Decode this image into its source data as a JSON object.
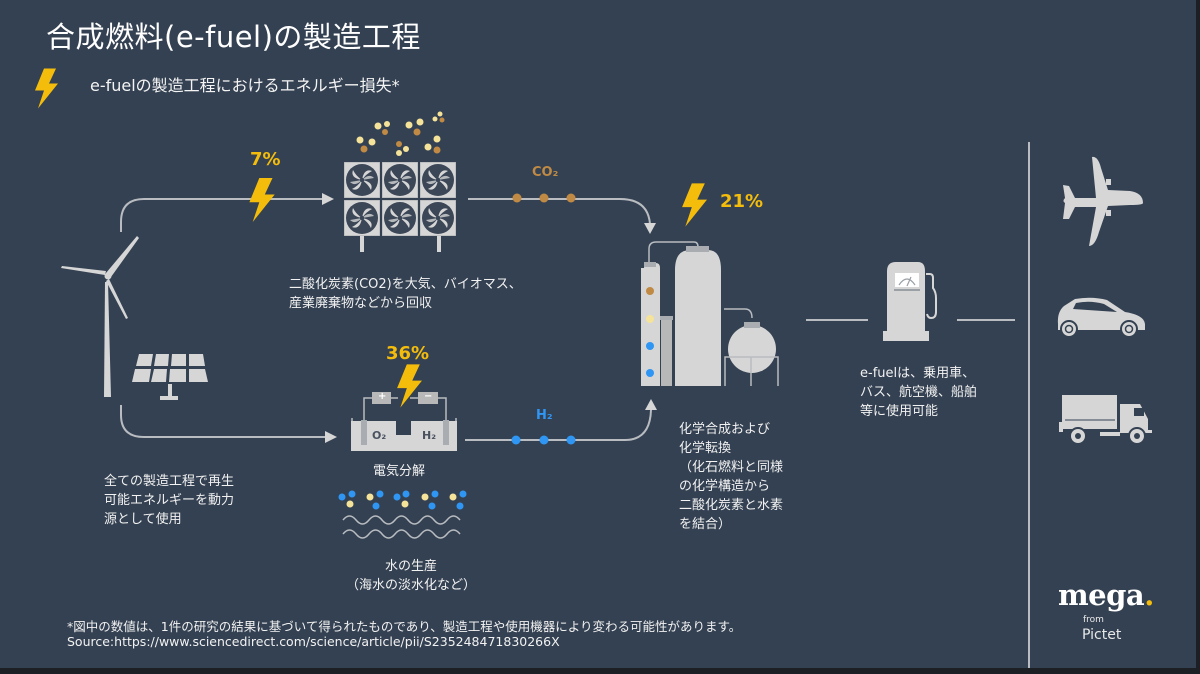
{
  "title": "合成燃料(e-fuel)の製造工程",
  "legend": {
    "icon": "lightning-bolt-icon",
    "text": "e-fuelの製造工程におけるエネルギー損失*"
  },
  "energy_losses": {
    "co2_capture": "7%",
    "electrolysis": "36%",
    "synthesis": "21%"
  },
  "gas_labels": {
    "co2": "CO₂",
    "h2": "H₂",
    "o2_cell": "O₂",
    "h2_cell": "H₂",
    "plus": "+",
    "minus": "−"
  },
  "captions": {
    "renewable": [
      "全ての製造工程で再生",
      "可能エネルギーを動力",
      "源として使用"
    ],
    "co2_capture": [
      "二酸化炭素(CO2)を大気、バイオマス、",
      "産業廃棄物などから回収"
    ],
    "electrolysis": "電気分解",
    "water": [
      "水の生産",
      "（海水の淡水化など）"
    ],
    "synthesis": [
      "化学合成および",
      "化学転換",
      "（化石燃料と同様",
      "の化学構造から",
      "二酸化炭素と水素",
      "を結合）"
    ],
    "usage": [
      "e-fuelは、乗用車、",
      "バス、航空機、船舶",
      "等に使用可能"
    ]
  },
  "footnote": {
    "note": "*図中の数値は、1件の研究の結果に基づいて得られたものであり、製造工程や使用機器により変わる可能性があります。",
    "source": "Source:https://www.sciencedirect.com/science/article/pii/S235248471830266X"
  },
  "logo": {
    "mega": "mega",
    "dot": ".",
    "from": "from",
    "pictet": "Pictet"
  },
  "icons": [
    "wind-turbine-icon",
    "solar-panel-icon",
    "direct-air-capture-fans-icon",
    "electrolyzer-icon",
    "water-waves-icon",
    "chemical-plant-icon",
    "fuel-pump-icon",
    "airplane-icon",
    "car-icon",
    "truck-icon"
  ],
  "colors": {
    "background": "#344152",
    "accent_yellow": "#f5bd0b",
    "co2_brown": "#c08a45",
    "h2_blue": "#2f96f3",
    "o2_pale_yellow": "#f5e39a",
    "icon_grey": "#d6d6d6",
    "line_grey": "#b9bcc0"
  }
}
